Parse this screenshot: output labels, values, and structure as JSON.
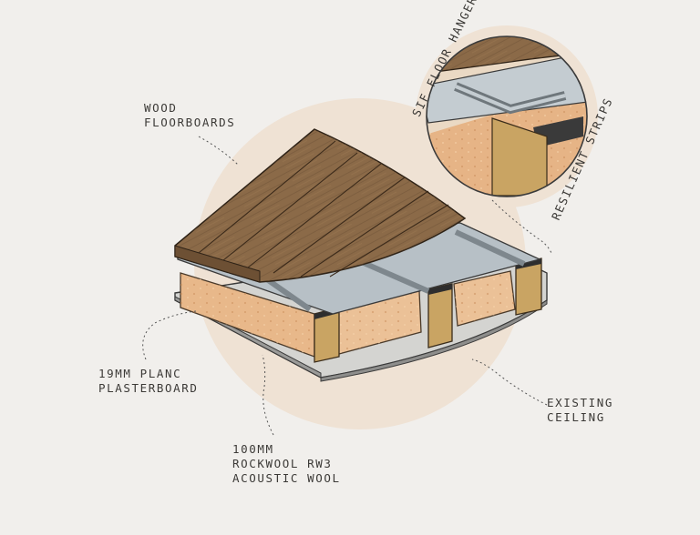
{
  "labels": {
    "wood_floorboards": [
      "WOOD",
      "FLOORBOARDS"
    ],
    "plasterboard": [
      "19MM PLANC",
      "PLASTERBOARD"
    ],
    "rockwool": [
      "100MM",
      "ROCKWOOL RW3",
      "ACOUSTIC WOOL"
    ],
    "existing_ceiling": [
      "EXISTING",
      "CEILING"
    ],
    "floor_hanger": "SIF FLOOR HANGER",
    "resilient_strips": "RESILIENT STRIPS"
  },
  "colors": {
    "background": "#f1efec",
    "blob": "#efe2d4",
    "wood": "#8b6a48",
    "insulation": "#e7b98a",
    "joist": "#c9a463",
    "metal": "#a9b3ba",
    "ceiling": "#cfcfcc"
  }
}
